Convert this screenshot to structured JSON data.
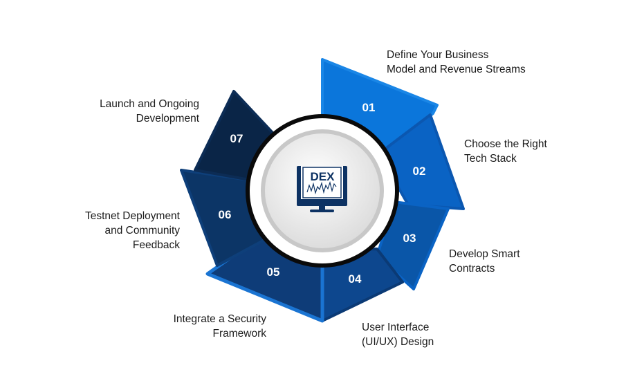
{
  "center": {
    "logo_text": "DEX",
    "icon": "dex-monitor-chart-icon"
  },
  "steps": [
    {
      "number": "01",
      "label": "Define Your Business Model and Revenue Streams",
      "color": "#0b76db"
    },
    {
      "number": "02",
      "label": "Choose the Right Tech Stack",
      "color": "#0a63c4"
    },
    {
      "number": "03",
      "label": "Develop Smart Contracts",
      "color": "#0a56a8"
    },
    {
      "number": "04",
      "label": "User Interface (UI/UX) Design",
      "color": "#0d478e"
    },
    {
      "number": "05",
      "label": "Integrate a Security Framework",
      "color": "#0e3c78"
    },
    {
      "number": "06",
      "label": "Testnet Deployment and Community Feedback",
      "color": "#0c3566"
    },
    {
      "number": "07",
      "label": "Launch and Ongoing Development",
      "color": "#0a2547"
    }
  ],
  "label_lines": {
    "s1": [
      "Define Your Business",
      "Model and Revenue Streams"
    ],
    "s2": [
      "Choose the Right",
      "Tech Stack"
    ],
    "s3": [
      "Develop Smart",
      "Contracts"
    ],
    "s4": [
      "User Interface",
      "(UI/UX) Design"
    ],
    "s5": [
      "Integrate a Security",
      "Framework"
    ],
    "s6": [
      "Testnet Deployment",
      "and Community",
      "Feedback"
    ],
    "s7": [
      "Launch and Ongoing",
      "Development"
    ]
  }
}
